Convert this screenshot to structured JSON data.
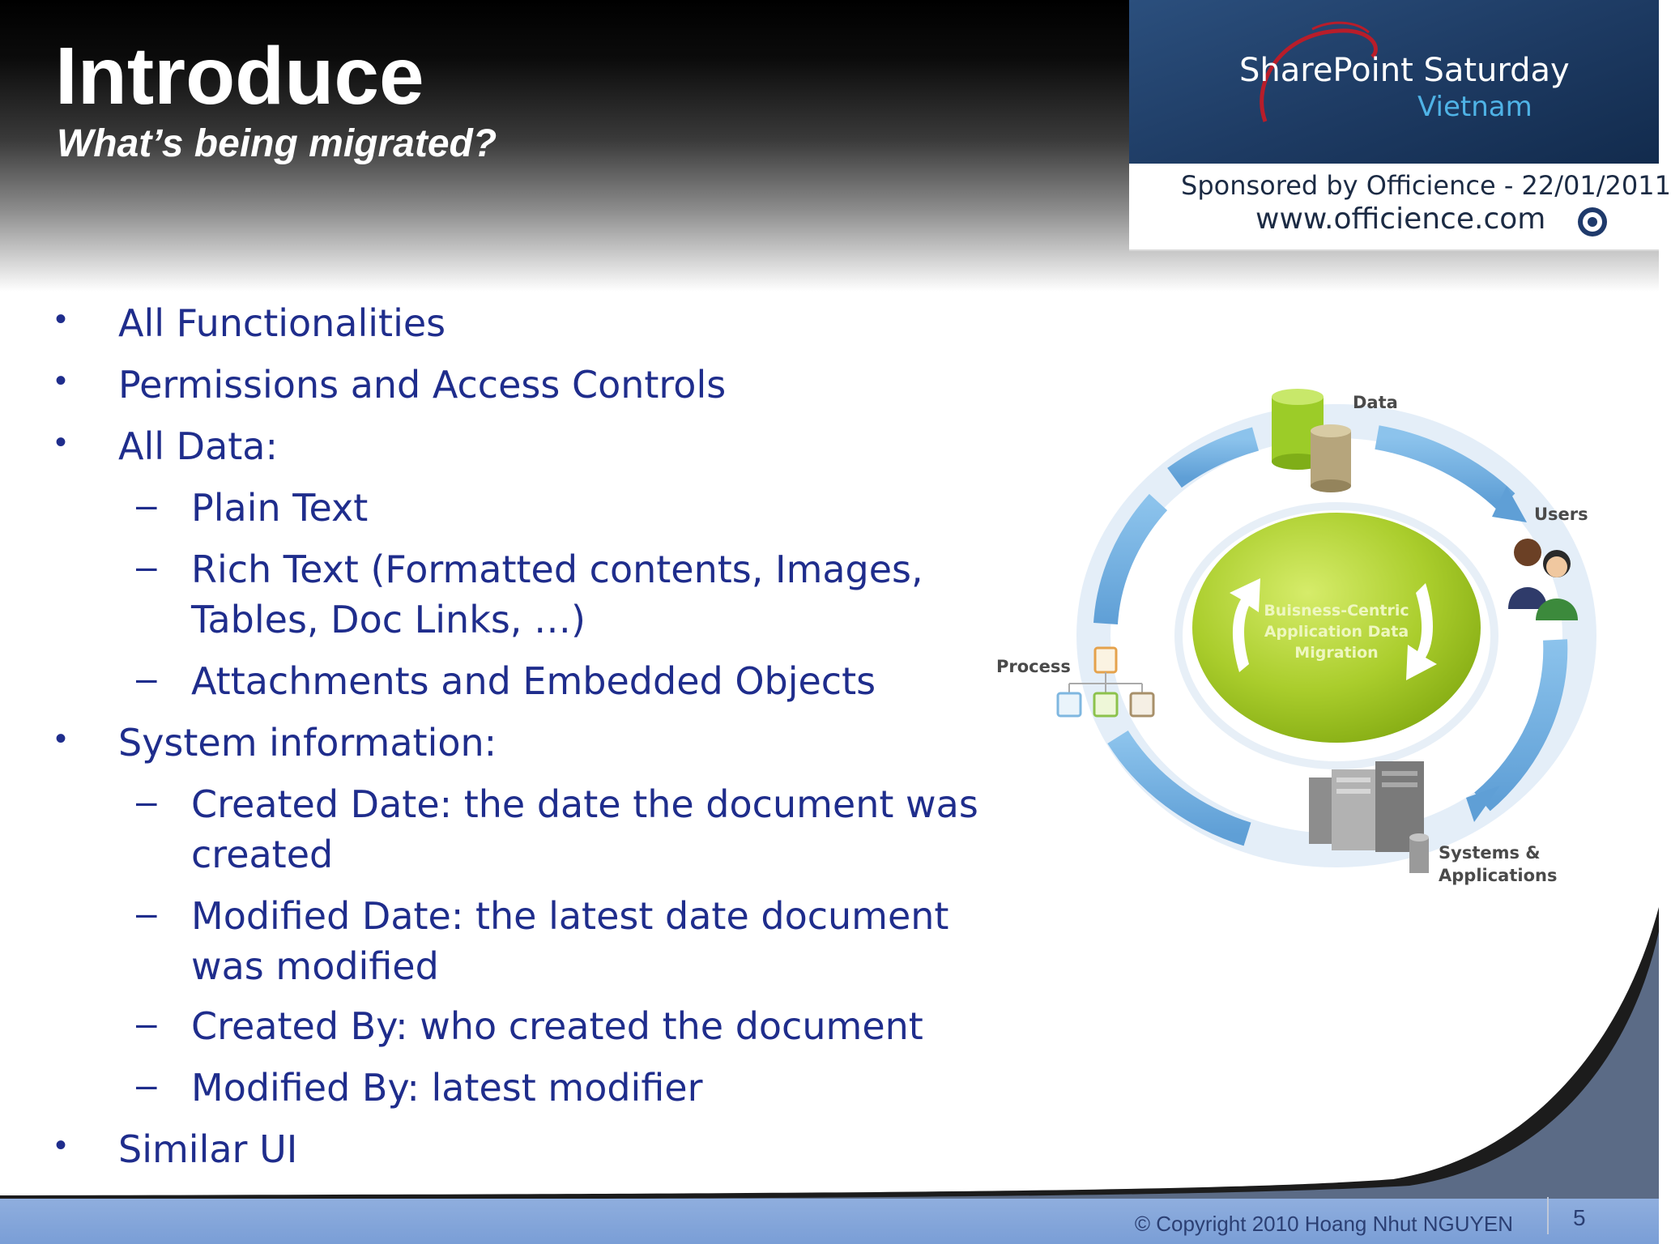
{
  "slide": {
    "title": "Introduce",
    "subtitle": "What’s being migrated?"
  },
  "branding": {
    "event": "SharePoint Saturday",
    "country": "Vietnam",
    "sponsor": "Sponsored by Officience - 22/01/2011",
    "website": "www.officience.com"
  },
  "bullets": [
    {
      "text": "All Functionalities"
    },
    {
      "text": "Permissions and Access Controls"
    },
    {
      "text": "All Data:"
    },
    {
      "text": "Plain Text"
    },
    {
      "text": "Rich Text (Formatted contents, Images, Tables, Doc Links,  …)"
    },
    {
      "text": "Attachments and Embedded Objects"
    },
    {
      "text": "System information:"
    },
    {
      "text": "Created Date: the date the document was created"
    },
    {
      "text": "Modified Date: the latest date document was modified"
    },
    {
      "text": "Created By: who created the document"
    },
    {
      "text": "Modified By: latest modifier"
    },
    {
      "text": "Similar UI"
    }
  ],
  "diagram": {
    "data_label": "Data",
    "users_label": "Users",
    "process_label": "Process",
    "systems_label_1": "Systems &",
    "systems_label_2": "Applications",
    "center_line_1": "Buisness-Centric",
    "center_line_2": "Application Data",
    "center_line_3": "Migration"
  },
  "footer": {
    "copyright": "© Copyright 2010 Hoang Nhut NGUYEN",
    "page_number": "5"
  },
  "colors": {
    "text_blue": "#1f2d8c",
    "footer_blue": "#7a9ed6",
    "ring_blue": "#6aaee0",
    "center_green": "#a8cc2a"
  }
}
